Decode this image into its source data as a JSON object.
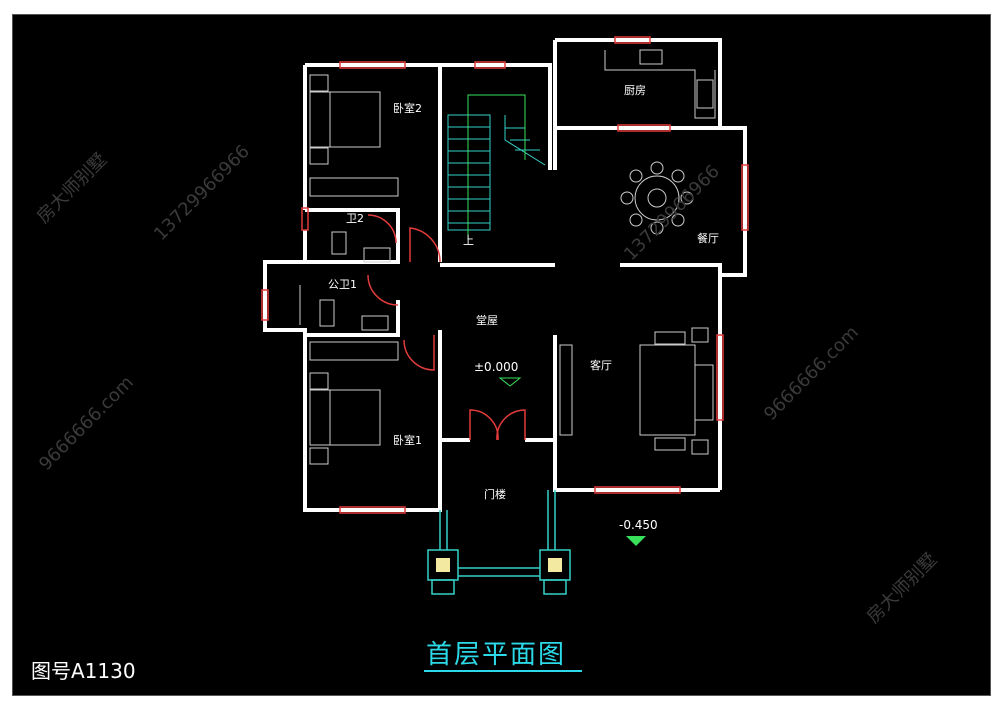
{
  "drawing": {
    "title": "首层平面图",
    "number": "图号A1130"
  },
  "rooms": {
    "bedroom2": "卧室2",
    "bath2": "卫2",
    "public_bath": "公卫1",
    "hall": "堂屋",
    "bedroom1": "卧室1",
    "kitchen": "厨房",
    "dining": "餐厅",
    "living": "客厅",
    "porch": "门楼",
    "stair_up": "上"
  },
  "elevations": {
    "floor": "±0.000",
    "ground": "-0.450"
  },
  "watermarks": {
    "brand": "房大师别墅",
    "phone": "13729966966",
    "site": "9666666.com"
  },
  "colors": {
    "background": "#000000",
    "wall": "#ffffff",
    "window": "#e23b3b",
    "stair": "#35d0c8",
    "title": "#2bd9e8",
    "elev_marker": "#39e05a"
  }
}
